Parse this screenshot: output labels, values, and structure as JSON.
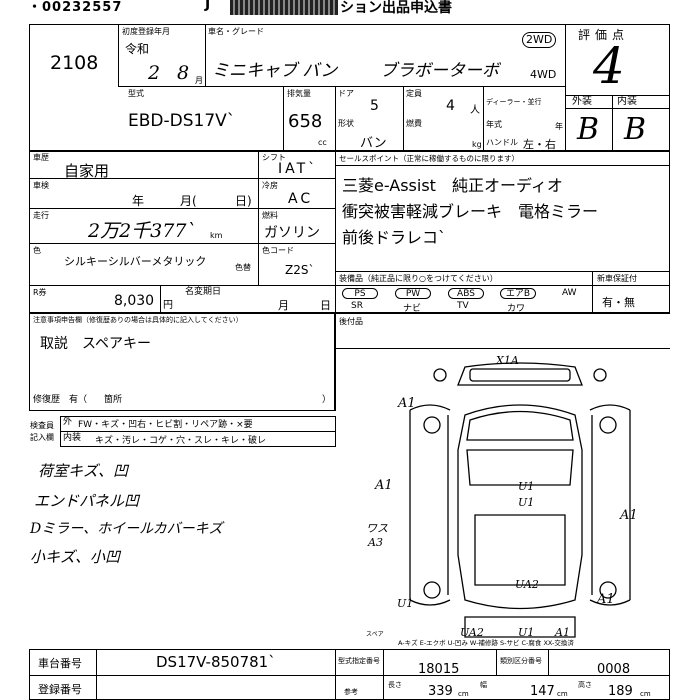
{
  "header": {
    "top_serial": "・00232557",
    "title_suffix": "ション出品申込書",
    "redacted_code": "■■■■■■■■■■■"
  },
  "lot": {
    "number": "2108"
  },
  "registration": {
    "label": "初度登録年月",
    "era": "令和",
    "year": "2",
    "month": "8",
    "month_unit": "月"
  },
  "vehicle": {
    "name_label": "車名・グレード",
    "name": "ミニキャブ バン",
    "grade": "ブラボーターボ",
    "drive_2wd": "2WD",
    "drive_4wd": "4WD",
    "model_label": "型式",
    "model": "EBD-DS17V`",
    "displacement_label": "排気量",
    "displacement": "658",
    "displacement_unit": "cc",
    "doors_label": "ドア",
    "doors": "5",
    "seats_label": "定員",
    "seats": "4",
    "seats_unit": "人",
    "shape_label": "形状",
    "shape": "バン",
    "fuel_eff_label": "燃費",
    "weight_unit": "kg",
    "dealer_label": "ディーラー・並行",
    "kind_label": "年式",
    "handle_label": "ハンドル",
    "handle_value": "左・右",
    "model_year_label": "年"
  },
  "evaluation": {
    "header": "評価点",
    "score": "4",
    "exterior_label": "外装",
    "interior_label": "内装",
    "exterior": "B",
    "interior": "B"
  },
  "details": {
    "type_label": "車歴",
    "type_value": "自家用",
    "inspection_label": "車検",
    "inspection_year": "年",
    "inspection_month": "月(",
    "inspection_day": "日)",
    "mileage_label": "走行",
    "mileage_value": "2万2千377`",
    "mileage_unit": "km",
    "color_label": "色",
    "color_value": "シルキーシルバーメタリック",
    "color_change_label": "色替",
    "shift_label": "シフト",
    "shift_value": "IAT`",
    "ac_label": "冷房",
    "ac_value": "AC",
    "fuel_label": "燃料",
    "fuel_value": "ガソリン",
    "color_code_label": "色コード",
    "color_code_value": "Z2S`",
    "recycle_label": "R券",
    "recycle_value": "8,030",
    "recycle_unit": "円",
    "name_change_label": "名変期日",
    "name_change_month": "月",
    "name_change_day": "日"
  },
  "selling_points": {
    "label": "セールスポイント（正常に稼働するものに限ります）",
    "line1": "三菱e-Assist　純正オーディオ",
    "line2": "衝突被害軽減ブレーキ　電格ミラー",
    "line3": "前後ドラレコ`"
  },
  "equipment": {
    "label": "装備品（純正品に限り○をつけてください）",
    "items_top": [
      "PS",
      "PW",
      "ABS",
      "エアB",
      "AW"
    ],
    "items_bottom": [
      "SR",
      "ナビ",
      "TV",
      "カワ"
    ],
    "new_car_warranty_label": "新車保証付",
    "new_car_warranty_value": "有・無",
    "post_install_label": "後付品"
  },
  "notes": {
    "label": "注意事項申告欄（修復歴ありの場合は具体的に記入してください）",
    "content": "取説　スペアキー",
    "repair_label": "修復歴　有（",
    "repair_place": "箇所",
    "repair_end": "）"
  },
  "inspector": {
    "label1": "検査員",
    "label2": "記入欄",
    "ext_label": "外",
    "ext_items": "FW・キズ・凹右・ヒビ割・リペア跡・×要",
    "int_label": "内装",
    "int_items": "キズ・汚レ・コゲ・穴・スレ・キレ・破レ"
  },
  "handwritten_notes": [
    "荷室キズ、凹",
    "エンドパネル凹",
    "Dミラー、ホイールカバーキズ",
    "小キズ、小凹"
  ],
  "diagram": {
    "marks": [
      "X1A",
      "A1",
      "A1",
      "U1",
      "U1",
      "A1",
      "ワス",
      "A3",
      "U1",
      "UA2",
      "A1",
      "UA2",
      "U1",
      "A1"
    ],
    "legend": "A-キズ E-エクボ U-凹み W-補修跡 S-サビ C-腐食 XX-交換済",
    "spare_label": "スペア"
  },
  "footer": {
    "chassis_label": "車台番号",
    "chassis_value": "DS17V-850781`",
    "reg_label": "登録番号",
    "type_spec_label": "型式指定番号",
    "type_spec_value": "18015",
    "class_label": "類別区分番号",
    "class_value": "0008",
    "length_label": "長さ",
    "length_value": "339",
    "width_label": "幅",
    "width_value": "147",
    "height_label": "高さ",
    "height_value": "189",
    "dim_unit": "cm",
    "ref_label": "参考"
  }
}
